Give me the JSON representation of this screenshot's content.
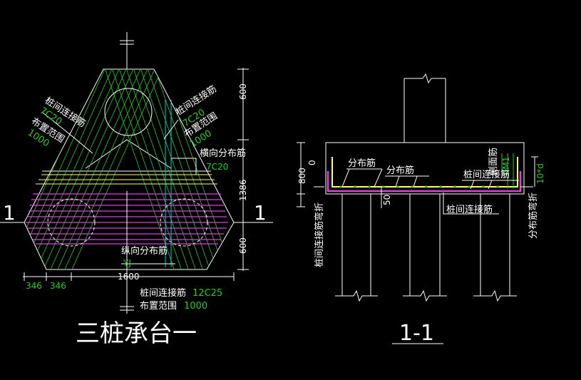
{
  "plan": {
    "left_rebar_label": "桩间连接筋",
    "left_rebar_spec": "7C20",
    "left_range_label": "布置范围",
    "left_range_value": "1000",
    "right_rebar_label": "桩间连接筋",
    "right_rebar_spec": "7C20",
    "right_range_label": "布置范围",
    "right_range_value": "1000",
    "transverse_label": "横向分布筋",
    "transverse_spec": "7C20",
    "longitudinal_label": "纵向分布筋",
    "yj_label": "YJ",
    "dim_600_top": "600",
    "dim_1386": "1386",
    "dim_600_bottom": "600",
    "dim_1600": "1600",
    "dim_346_a": "346",
    "dim_346_b": "346",
    "bottom_rebar_label": "桩间连接筋",
    "bottom_rebar_spec": "12C25",
    "bottom_range_label": "布置范围",
    "bottom_range_value": "1000",
    "section_mark_left": "1",
    "section_mark_right": "1",
    "title": "三桩承台一"
  },
  "section": {
    "dim_800": "800",
    "dim_0": "0",
    "dim_50": "50",
    "dim_10d": "10*d",
    "dist_label_1": "分布筋",
    "dist_label_2": "分布筋",
    "side_label": "侧面筋",
    "cm_label": "CM1",
    "conn_label_top": "桩间连接筋",
    "conn_label_bottom": "桩间连接筋",
    "left_bend_label": "桩间连接筋弯折",
    "right_bend_label": "分布筋弯折",
    "title": "1-1"
  },
  "colors": {
    "green": "#22cc22",
    "magenta": "#e040e0",
    "yellow": "#ffff66",
    "cyan": "#00d0d0",
    "white": "#ffffff"
  }
}
